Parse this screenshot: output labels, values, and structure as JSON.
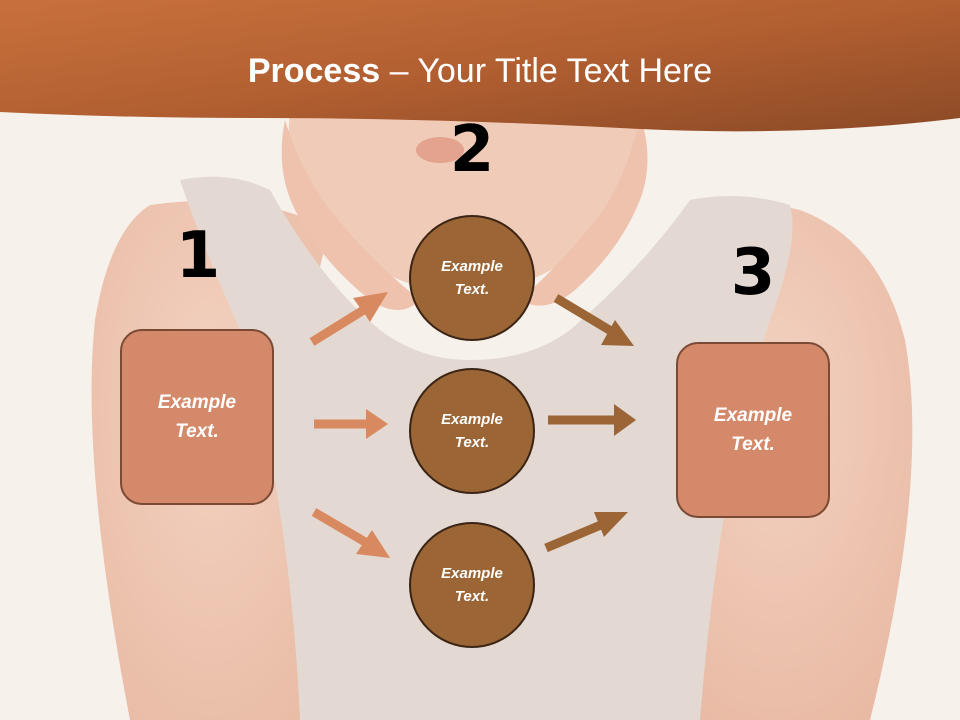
{
  "title": {
    "bold": "Process",
    "rest": " – Your Title Text Here"
  },
  "steps": [
    {
      "number": "1",
      "label": "Example Text."
    },
    {
      "number": "2",
      "items": [
        "Example Text.",
        "Example Text.",
        "Example Text."
      ]
    },
    {
      "number": "3",
      "label": "Example Text."
    }
  ],
  "colors": {
    "header": "#c0703f",
    "box_fill": "#d4896a",
    "circle_fill": "#9b6535",
    "arrow_light": "#d9895f",
    "arrow_dark": "#9b6535"
  }
}
